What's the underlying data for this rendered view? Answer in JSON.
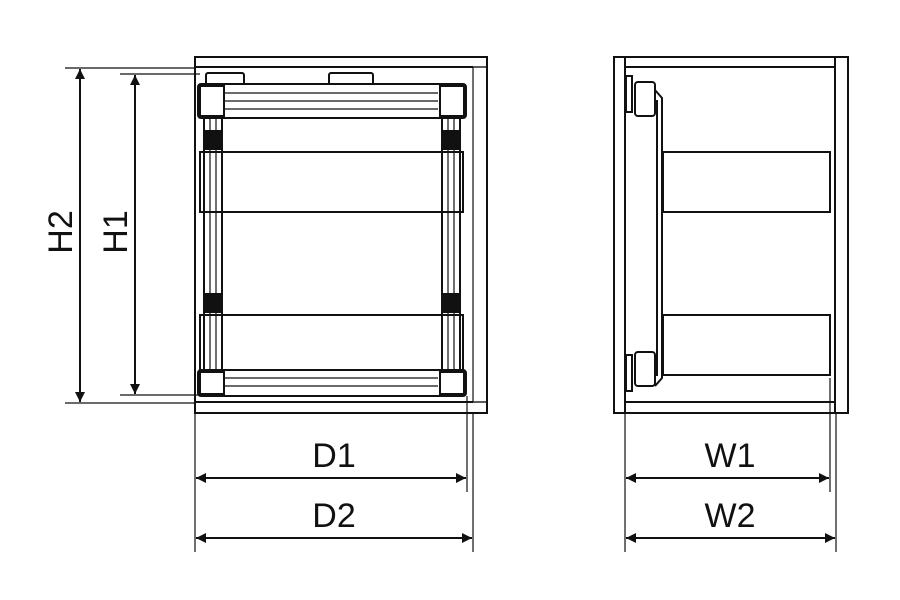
{
  "title": "Pull-out basket cabinet dimension drawing",
  "dimensions": {
    "h2": "H2",
    "h1": "H1",
    "d1": "D1",
    "d2": "D2",
    "w1": "W1",
    "w2": "W2"
  },
  "colors": {
    "line": "#111111",
    "background": "#ffffff"
  }
}
